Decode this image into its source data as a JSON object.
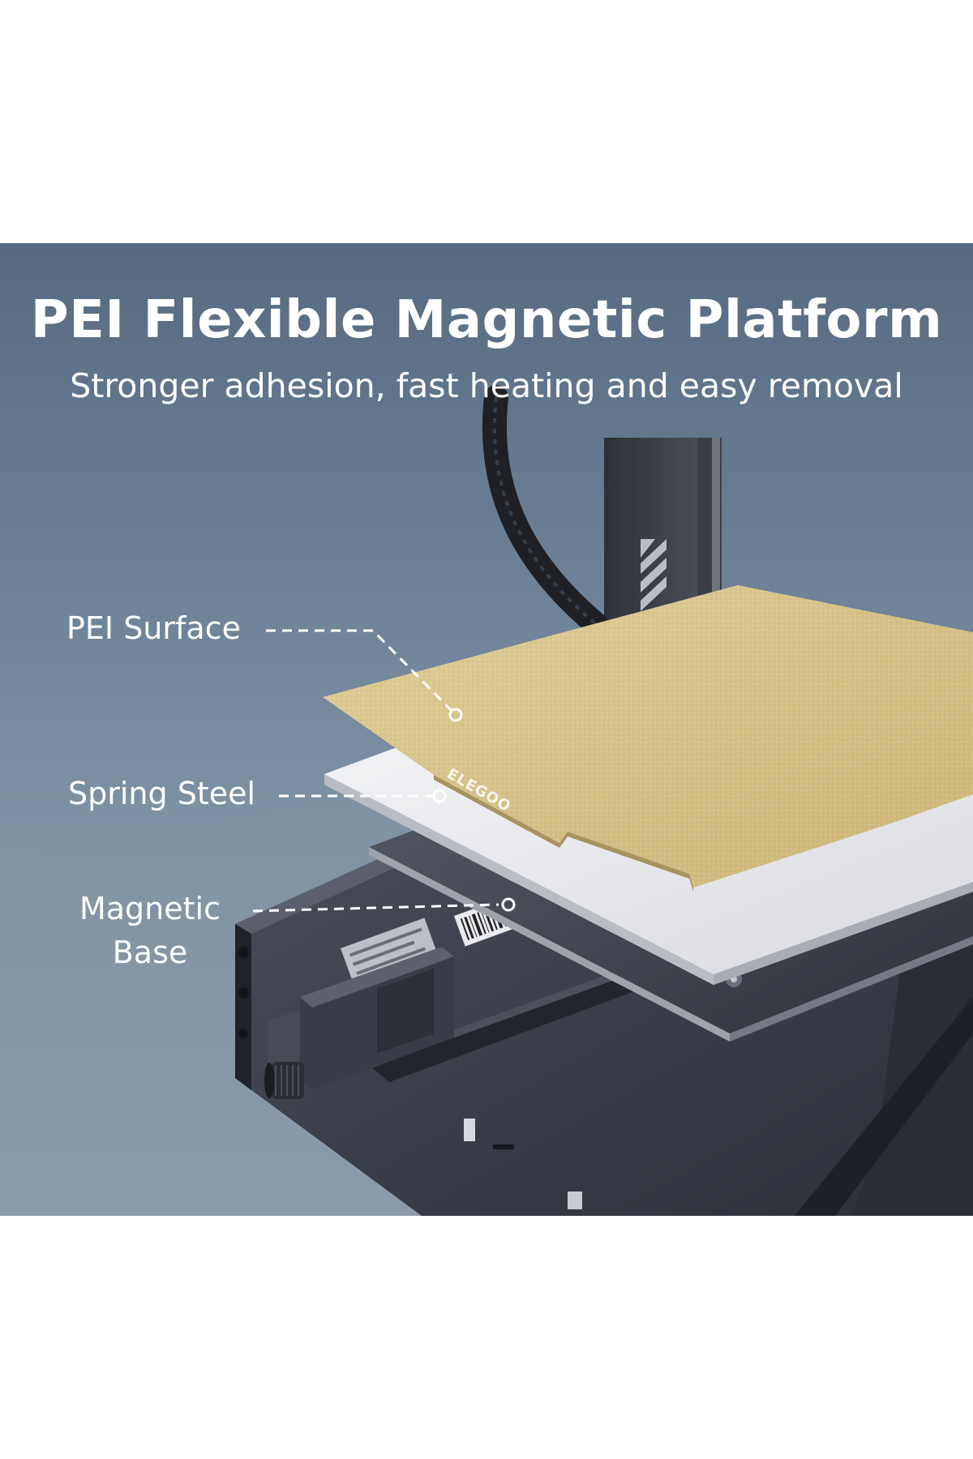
{
  "header": {
    "title": "PEI Flexible Magnetic Platform",
    "subtitle": "Stronger adhesion, fast heating and easy removal"
  },
  "callouts": [
    {
      "label": "PEI Surface"
    },
    {
      "label": "Spring Steel"
    },
    {
      "label_line1": "Magnetic",
      "label_line2": "Base"
    }
  ],
  "product": {
    "brand_mark": "ELEGOO"
  },
  "colors": {
    "background_top": "#566a82",
    "background_bottom": "#8a99a8",
    "pei_gold": "#d9c58f",
    "steel": "#e8e9ec",
    "base_dark": "#3a3d47",
    "text": "#ffffff"
  }
}
